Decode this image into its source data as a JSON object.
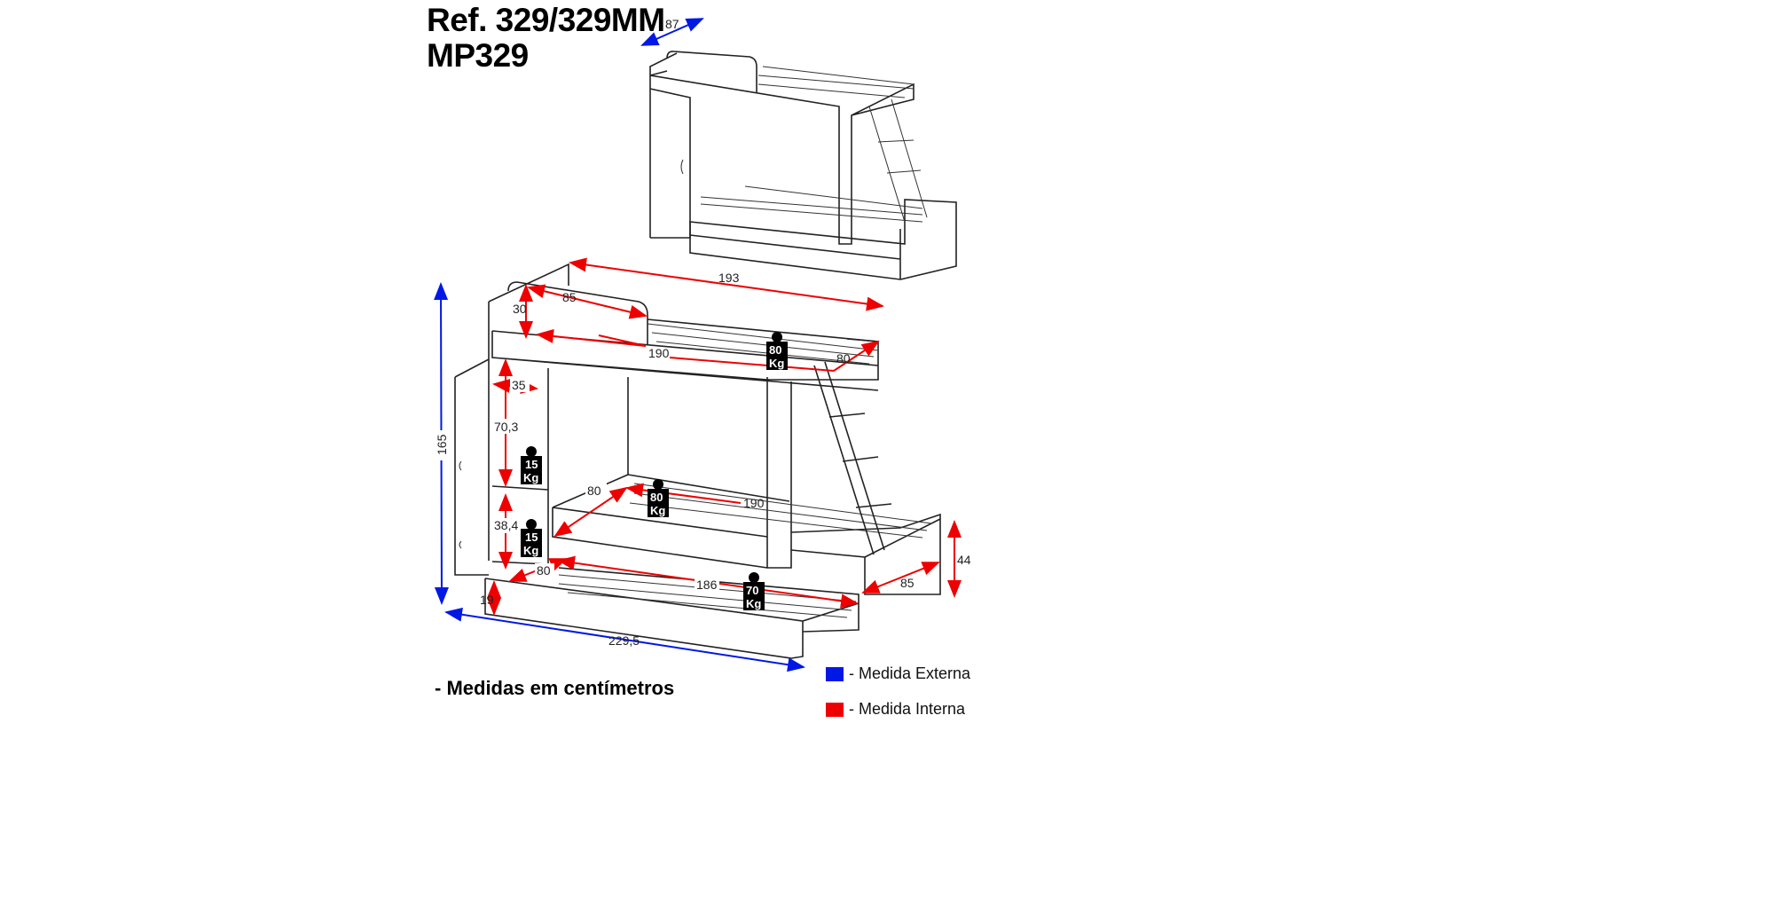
{
  "title": {
    "line1": "Ref. 329/329MM",
    "line2": "MP329"
  },
  "footer": "- Medidas em centímetros",
  "legend": [
    {
      "label": "- Medida Externa",
      "color": "#0018e6"
    },
    {
      "label": "- Medida Interna",
      "color": "#ee0000"
    }
  ],
  "dimensions": {
    "depth_top_view": "87",
    "total_height": "165",
    "total_width": "229,5",
    "guard_length": "193",
    "headboard_width": "85",
    "headboard_height": "30",
    "upper_bed_length": "190",
    "upper_bed_width": "80",
    "shelf_width": "35",
    "shelf_upper_height": "70,3",
    "shelf_lower_height": "38,4",
    "lower_bed_width": "80",
    "lower_bed_length": "190",
    "trundle_width": "80",
    "trundle_length": "186",
    "trundle_height": "19",
    "base_depth": "85",
    "base_height": "44"
  },
  "weights": [
    {
      "value": "80",
      "unit": "Kg"
    },
    {
      "value": "15",
      "unit": "Kg"
    },
    {
      "value": "80",
      "unit": "Kg"
    },
    {
      "value": "15",
      "unit": "Kg"
    },
    {
      "value": "70",
      "unit": "Kg"
    }
  ]
}
